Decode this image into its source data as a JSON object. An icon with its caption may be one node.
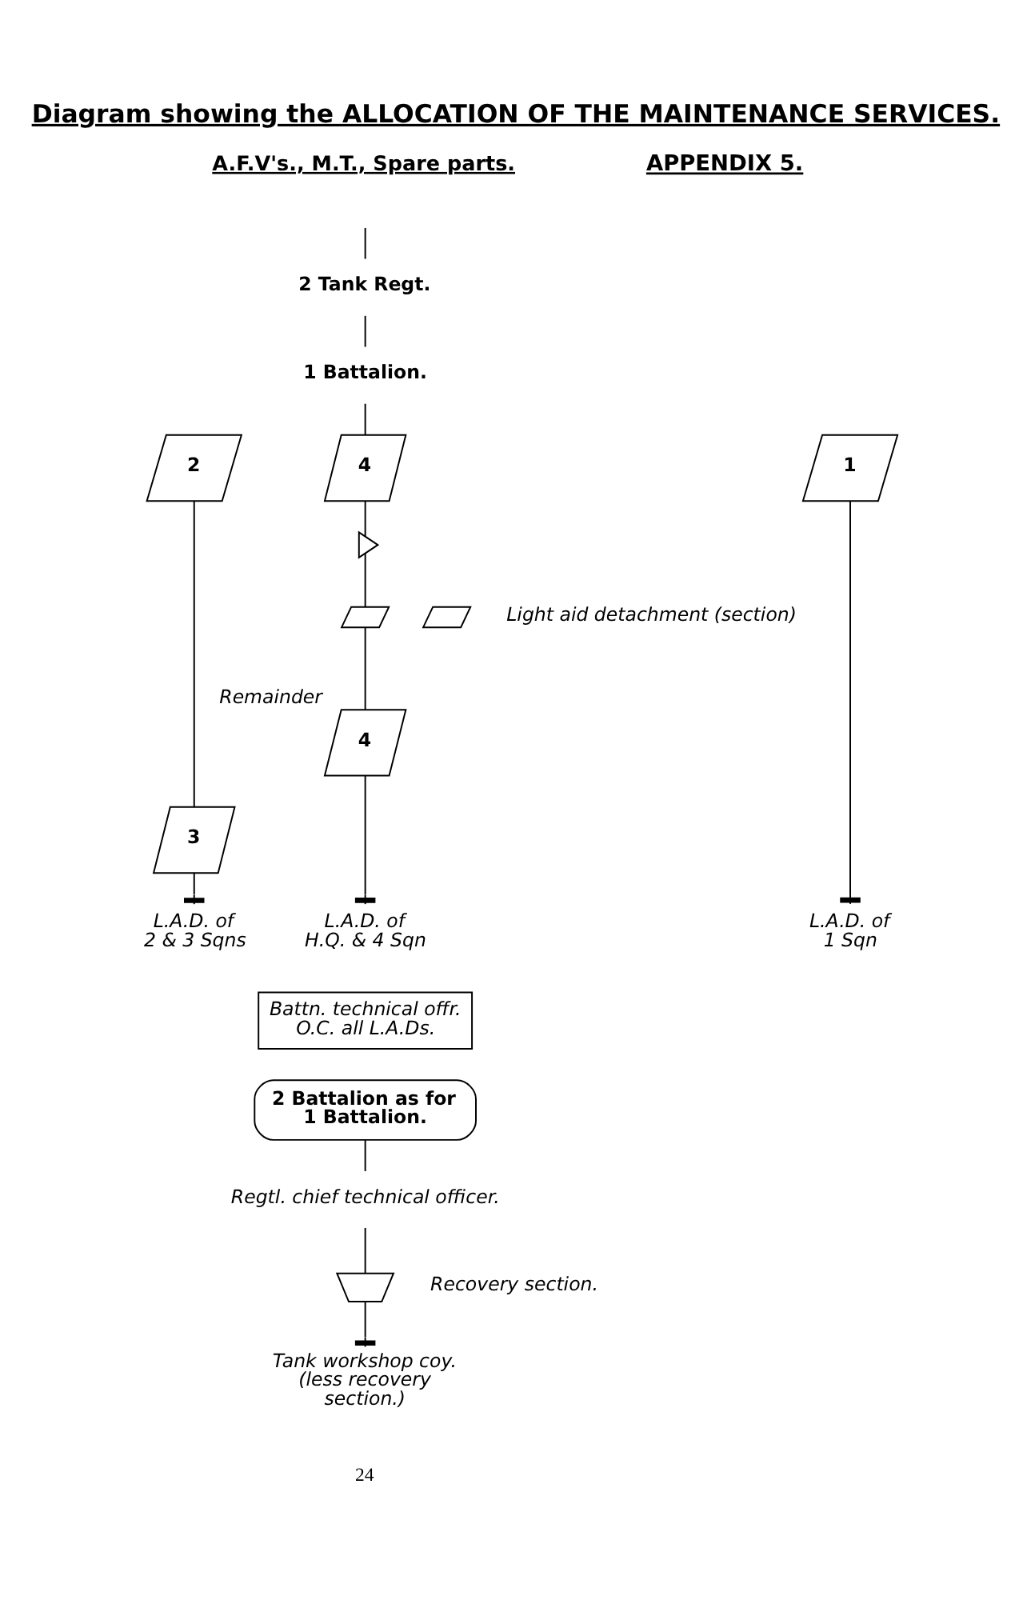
{
  "diagram": {
    "title": "Diagram showing the ALLOCATION OF THE MAINTENANCE SERVICES.",
    "nodes": [
      {
        "text": [
          "2 Tank Regt."
        ]
      },
      {
        "text": [
          "1 Battalion."
        ]
      },
      {
        "text": [
          "2"
        ]
      },
      {
        "text": [
          "4"
        ]
      },
      {
        "text": [
          "1"
        ]
      },
      {
        "text": [],
        "shape": "flag"
      },
      {
        "text": [],
        "shape": "parallelogram"
      },
      {
        "text": [],
        "shape": "parallelogram",
        "beside": [
          "Light aid detachment (section)"
        ]
      },
      {
        "text": [
          "4"
        ],
        "beside": [
          "Remainder"
        ]
      },
      {
        "text": [
          "3"
        ]
      },
      {
        "text": [
          "L.A.D. of 2 & 3 Sqns"
        ]
      },
      {
        "text": [
          "L.A.D. of H.Q. & 4 Sqn"
        ]
      },
      {
        "text": [
          "L.A.D. of 1 Sqn"
        ]
      },
      {
        "text": [
          "Battn. technical offr. O.C. all L.A.Ds."
        ]
      },
      {
        "text": [
          "2 Battalion as for 1 Battalion."
        ]
      },
      {
        "text": [
          "Regtl. chief technical officer."
        ]
      },
      {
        "text": [],
        "shape": "picture",
        "beside": [
          "Recovery section."
        ]
      },
      {
        "text": [
          "Tank workshop coy. (less recovery section.)"
        ]
      }
    ],
    "edges": [
      {
        "from": null,
        "to": 0,
        "arrow": "none"
      },
      {
        "from": 0,
        "to": 1,
        "arrow": "none"
      },
      {
        "from": 1,
        "to": 3,
        "arrow": "none"
      },
      {
        "from": 3,
        "to": 5,
        "arrow": "none"
      },
      {
        "from": 5,
        "to": 6,
        "arrow": "none"
      },
      {
        "from": 6,
        "to": 8,
        "arrow": "none"
      },
      {
        "from": 2,
        "to": 9,
        "arrow": "none"
      },
      {
        "from": 9,
        "to": 10,
        "arrow": "other"
      },
      {
        "from": 8,
        "to": 11,
        "arrow": "other"
      },
      {
        "from": 4,
        "to": 12,
        "arrow": "other"
      },
      {
        "from": 14,
        "to": 15,
        "arrow": "none"
      },
      {
        "from": 15,
        "to": 16,
        "arrow": "none"
      },
      {
        "from": 16,
        "to": 17,
        "arrow": "other"
      }
    ],
    "labels": [
      "APPENDIX 5.",
      "A.F.V's., M.T., Spare parts.",
      "24"
    ]
  }
}
